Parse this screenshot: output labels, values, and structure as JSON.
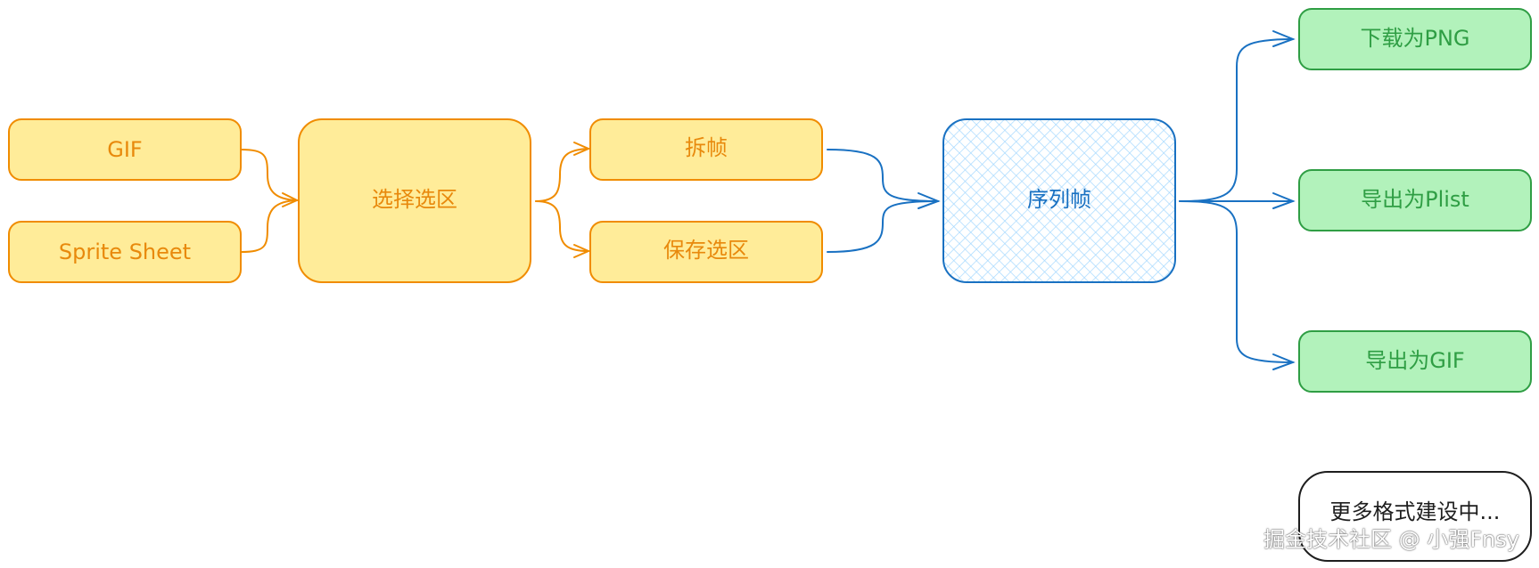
{
  "nodes": {
    "gif_input": "GIF",
    "sprite_sheet": "Sprite Sheet",
    "select_region": "选择选区",
    "split_frames": "拆帧",
    "save_region": "保存选区",
    "frame_sequence": "序列帧",
    "download_png": "下载为PNG",
    "export_plist": "导出为Plist",
    "export_gif": "导出为GIF",
    "more_formats": "更多格式建设中..."
  },
  "watermark": "掘金技术社区 @ 小强Fnsy",
  "colors": {
    "yellow_fill": "#ffec99",
    "yellow_stroke": "#f08c00",
    "yellow_text": "#e8890c",
    "blue_fill": "#a5d8ff",
    "blue_stroke": "#1971c2",
    "blue_text": "#1971c2",
    "green_fill": "#b2f2bb",
    "green_stroke": "#2f9e44",
    "green_text": "#2f9e44",
    "black_stroke": "#1e1e1e"
  }
}
